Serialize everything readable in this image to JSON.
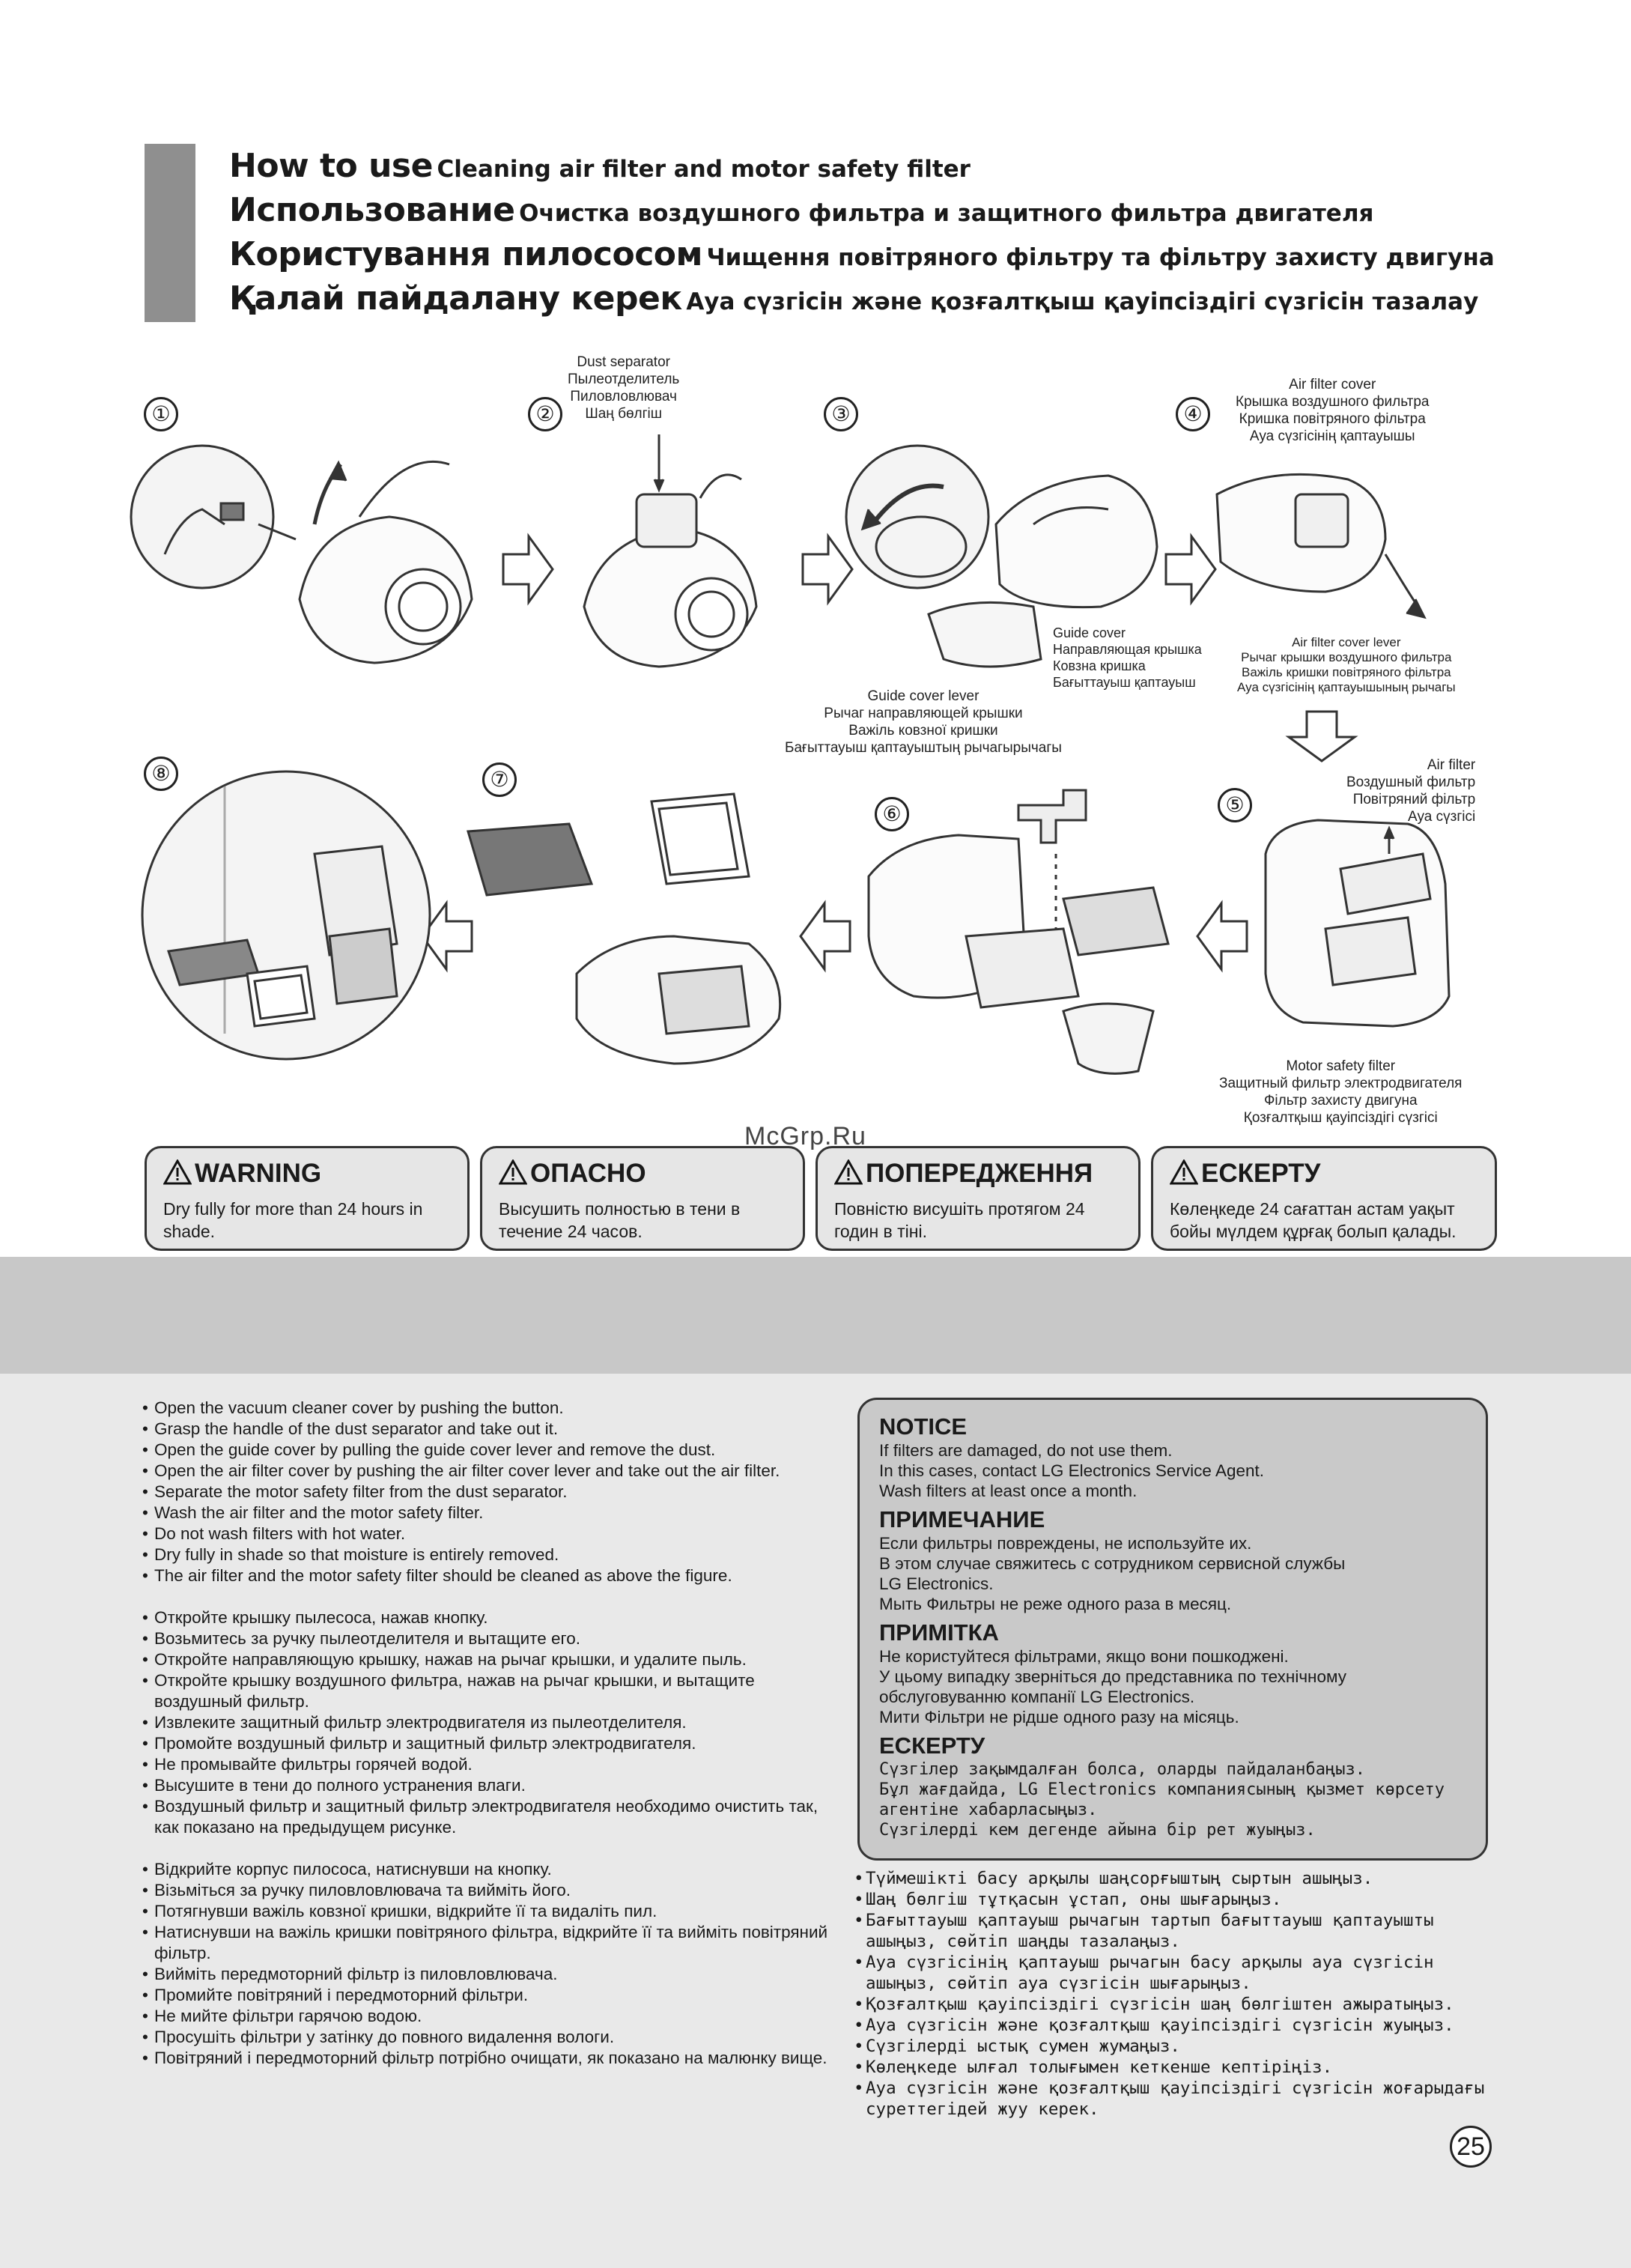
{
  "header": {
    "lines": [
      {
        "big": "How to use",
        "small": "Cleaning air filter and motor safety filter"
      },
      {
        "big": "Использование",
        "small": "Очистка воздушного фильтра и защитного фильтра двигателя"
      },
      {
        "big": "Користування пилососом",
        "small": "Чищення повітряного фільтру та фільтру захисту двигуна"
      },
      {
        "big": "Қалай пайдалану керек",
        "small": "Ауа сүзгісін және қозғалтқыш қауіпсіздігі сүзгісін тазалау"
      }
    ]
  },
  "steps": [
    "①",
    "②",
    "③",
    "④",
    "⑤",
    "⑥",
    "⑦",
    "⑧"
  ],
  "labels": {
    "dust_separator": [
      "Dust separator",
      "Пылеотделитель",
      "Пиловловлювач",
      "Шаң бөлгіш"
    ],
    "air_filter_cover": [
      "Air filter cover",
      "Крышка воздушного фильтра",
      "Кришка повітряного фільтра",
      "Ауа сүзгісінің қаптауышы"
    ],
    "guide_cover": [
      "Guide cover",
      "Направляющая крышка",
      "Ковзна кришка",
      "Бағыттауыш қаптауыш"
    ],
    "guide_cover_lever": [
      "Guide cover lever",
      "Рычаг направляющей крышки",
      "Важіль ковзної кришки",
      "Бағыттауыш қаптауыштың рычагырычагы"
    ],
    "air_filter_cover_lever": [
      "Air filter cover lever",
      "Рычаг крышки воздушного фильтра",
      "Важіль кришки повітряного фільтра",
      "Ауа сүзгісінің қаптауышының рычагы"
    ],
    "air_filter": [
      "Air filter",
      "Воздушный фильтр",
      "Повітряний фільтр",
      "Ауа сүзгісі"
    ],
    "motor_safety_filter": [
      "Motor safety filter",
      "Защитный фильтр электродвигателя",
      "Фільтр захисту двигуна",
      "Қозғалтқыш қауіпсіздігі сүзгісі"
    ]
  },
  "watermark": "McGrp.Ru",
  "warnings": [
    {
      "title": "WARNING",
      "body": "Dry fully for more than 24 hours in shade."
    },
    {
      "title": "ОПАСНО",
      "body": "Высушить полностью в тени в течение 24 часов."
    },
    {
      "title": "ПОПЕРЕДЖЕННЯ",
      "body": "Повністю висушіть протягом 24 годин в тіні."
    },
    {
      "title": "ЕСКЕРТУ",
      "body": "Көлеңкеде 24 сағаттан астам уақыт бойы мүлдем құрғақ болып қалады."
    }
  ],
  "instructions_en": [
    "Open the vacuum cleaner cover by pushing the button.",
    "Grasp the handle of the dust separator and  take out it.",
    "Open the guide cover by pulling the guide cover lever and remove the dust.",
    "Open the air filter cover by pushing the air filter cover lever and take out the air filter.",
    "Separate the motor safety filter from the dust separator.",
    "Wash the air filter and the motor safety filter.",
    "Do not wash filters with hot water.",
    "Dry fully in shade so that moisture is entirely removed.",
    "The air filter and the motor safety filter should be cleaned as above the figure."
  ],
  "instructions_ru": [
    "Откройте крышку пылесоса, нажав кнопку.",
    "Возьмитесь за ручку пылеотделителя и вытащите его.",
    "Откройте направляющую крышку, нажав на рычаг крышки, и удалите пыль.",
    "Откройте крышку воздушного фильтра, нажав на рычаг крышки, и вытащите воздушный фильтр.",
    "Извлеките защитный фильтр электродвигателя из пылеотделителя.",
    "Промойте воздушный фильтр и защитный фильтр электродвигателя.",
    "Не промывайте фильтры горячей водой.",
    "Высушите в тени до полного устранения влаги.",
    "Воздушный фильтр и защитный фильтр электродвигателя необходимо очистить так, как показано на предыдущем рисунке."
  ],
  "instructions_uk": [
    "Відкрийте корпус пилососа, натиснувши на кнопку.",
    "Візьміться за ручку пиловловлювача та вийміть його.",
    "Потягнувши важіль ковзної кришки, відкрийте її та видаліть пил.",
    "Натиснувши на важіль кришки повітряного фільтра, відкрийте її та вийміть повітряний фільтр.",
    "Вийміть передмоторний фільтр із пиловловлювача.",
    "Промийте повітряний і передмоторний фільтри.",
    "Не мийте фільтри гарячою водою.",
    "Просушіть фільтри у затінку до повного видалення вологи.",
    "Повітряний і передмоторний фільтр потрібно очищати, як показано на малюнку вище."
  ],
  "instructions_kz": [
    "Түймешікті басу арқылы шаңсорғыштың сыртын ашыңыз.",
    "Шаң бөлгіш тұтқасын ұстап, оны шығарыңыз.",
    "Бағыттауыш қаптауыш рычагын тартып бағыттауыш қаптауышты ашыңыз, сөйтіп шаңды тазалаңыз.",
    "Ауа сүзгісінің қаптауыш рычагын басу арқылы ауа сүзгісін ашыңыз, сөйтіп ауа сүзгісін шығарыңыз.",
    "Қозғалтқыш қауіпсіздігі сүзгісін шаң бөлгіштен ажыратыңыз.",
    "Ауа сүзгісін және қозғалтқыш қауіпсіздігі сүзгісін жуыңыз.",
    "Сүзгілерді ыстық сумен жумаңыз.",
    "Көлеңкеде ылғал толығымен кеткенше кептіріңіз.",
    "Ауа сүзгісін және қозғалтқыш қауіпсіздігі сүзгісін жоғарыдағы суреттегідей жуу керек."
  ],
  "notice": [
    {
      "title": "NOTICE",
      "lines": [
        "If filters are damaged, do not use them.",
        "In this cases, contact LG Electronics Service Agent.",
        "Wash filters at least once a month."
      ]
    },
    {
      "title": "ПРИМЕЧАНИЕ",
      "lines": [
        "Если фильтры повреждены, не используйте их.",
        "В этом случае свяжитесь с сотрудником сервисной службы",
        "LG Electronics.",
        "Мыть Фильтры не реже одного раза в месяц."
      ]
    },
    {
      "title": "ПРИМІТКА",
      "lines": [
        "Не користуйтеся фільтрами, якщо вони пошкоджені.",
        "У цьому випадку зверніться до представника по технічному",
        "обслуговуванню компанії LG Electronics.",
        "Мити Фільтри не рідше одного разу на  місяць."
      ]
    },
    {
      "title": "ЕСКЕРТУ",
      "lines": [
        "Сүзгілер зақымдалған болса, оларды пайдаланбаңыз.",
        "Бұл жағдайда, LG Electronics компаниясының қызмет көрсету",
        "агентіне хабарласыңыз.",
        "Сүзгілерді кем дегенде айына бір рет жуыңыз."
      ]
    }
  ],
  "page_number": "25",
  "colors": {
    "header_bar": "#8f8f8f",
    "band": "#c8c8c8",
    "lower_bg": "#e9e9e9",
    "box_bg": "#e6e6e6",
    "notice_bg": "#c9c9c9"
  }
}
